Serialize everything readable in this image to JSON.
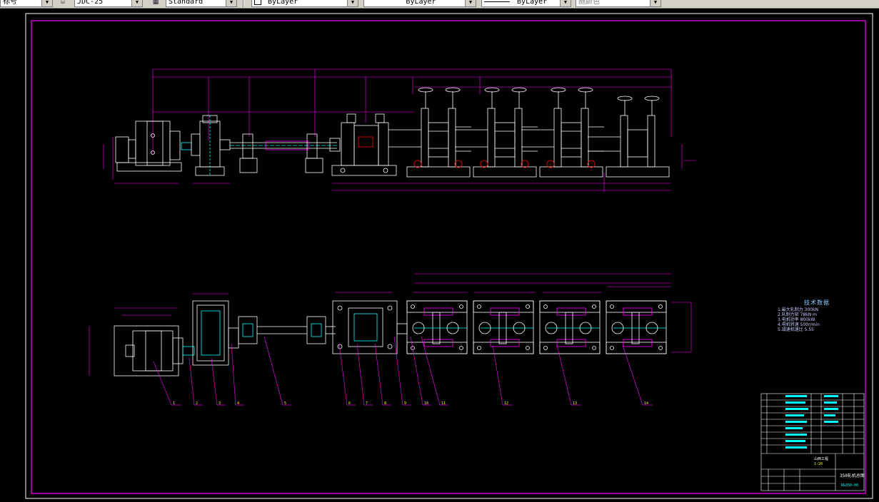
{
  "toolbar": {
    "layer_name": "标号",
    "text_style": "JDC-25",
    "dim_style": "Standard",
    "color": "ByLayer",
    "linetype": "ByLayer",
    "lineweight": "ByLayer",
    "plot_style": "随颜色"
  },
  "tech_data": {
    "title": "技术数据",
    "rows": [
      "1.最大轧制力  300kN",
      "2.轧制力矩    78kN·m",
      "3.电机功率    800kW",
      "4.电机转速    500r/min",
      "5.减速机速比  5.55"
    ]
  },
  "title_block": {
    "drawing_title": "350轧机总图",
    "drawing_number": "RG350-00",
    "school": "山西工程",
    "scale": "1:20"
  },
  "part_numbers": [
    "1",
    "2",
    "3",
    "4",
    "5",
    "6",
    "7",
    "8",
    "9",
    "10",
    "11",
    "12",
    "13",
    "14"
  ],
  "colors": {
    "magenta": "#ff00ff",
    "white": "#ffffff",
    "cyan": "#00ffff",
    "yellow": "#ffff00",
    "red": "#ff0000"
  }
}
